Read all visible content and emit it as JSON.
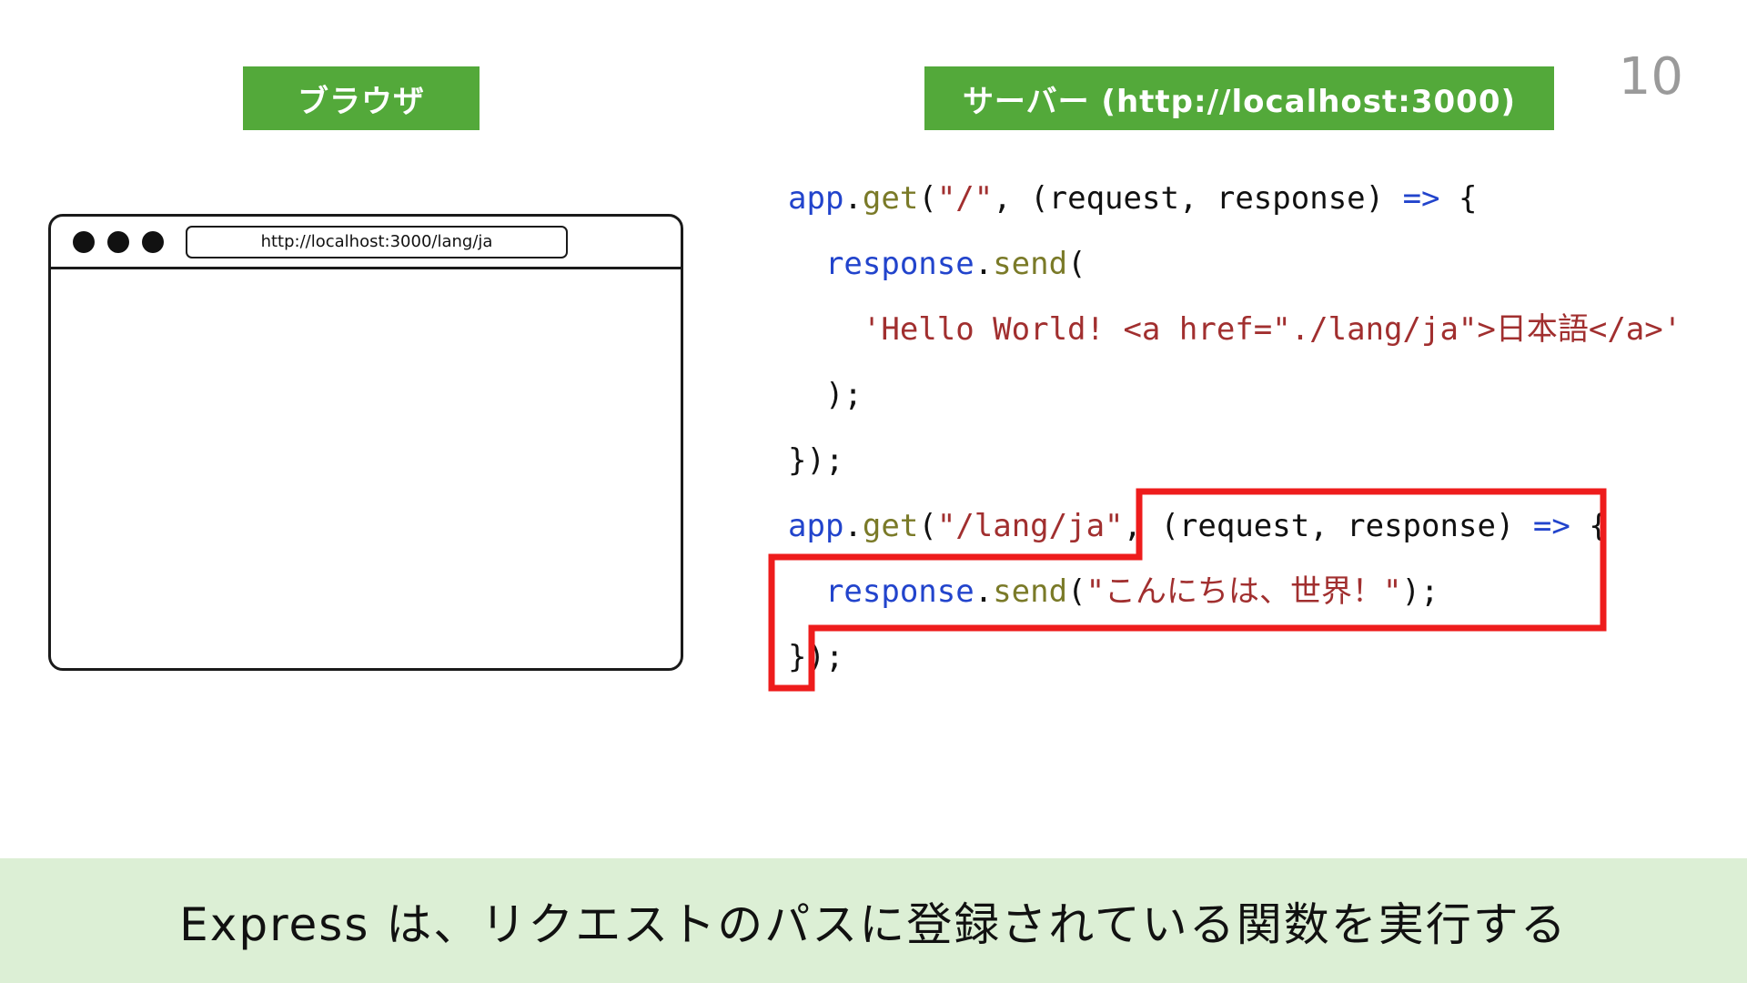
{
  "page": {
    "number": "10",
    "bottom_banner": "Express は、リクエストのパスに登録されている関数を実行する"
  },
  "labels": {
    "browser": "ブラウザ",
    "server": "サーバー (http://localhost:3000)"
  },
  "browser_window": {
    "url": "http://localhost:3000/lang/ja"
  },
  "code": {
    "lines": [
      [
        {
          "t": "app",
          "c": "blue"
        },
        {
          "t": ".",
          "c": "black"
        },
        {
          "t": "get",
          "c": "olive"
        },
        {
          "t": "(",
          "c": "black"
        },
        {
          "t": "\"/\"",
          "c": "string"
        },
        {
          "t": ", (request, response) ",
          "c": "black"
        },
        {
          "t": "=>",
          "c": "blue"
        },
        {
          "t": " {",
          "c": "black"
        }
      ],
      [
        {
          "t": "  ",
          "c": "black"
        },
        {
          "t": "response",
          "c": "blue"
        },
        {
          "t": ".",
          "c": "black"
        },
        {
          "t": "send",
          "c": "olive"
        },
        {
          "t": "(",
          "c": "black"
        }
      ],
      [
        {
          "t": "    ",
          "c": "black"
        },
        {
          "t": "'Hello World! <a href=\"./lang/ja\">日本語</a>'",
          "c": "string"
        }
      ],
      [
        {
          "t": "  );",
          "c": "black"
        }
      ],
      [
        {
          "t": "});",
          "c": "black"
        }
      ],
      [
        {
          "t": "app",
          "c": "blue"
        },
        {
          "t": ".",
          "c": "black"
        },
        {
          "t": "get",
          "c": "olive"
        },
        {
          "t": "(",
          "c": "black"
        },
        {
          "t": "\"/lang/ja\"",
          "c": "string"
        },
        {
          "t": ", (request, response) ",
          "c": "black"
        },
        {
          "t": "=>",
          "c": "blue"
        },
        {
          "t": " {",
          "c": "black"
        }
      ],
      [
        {
          "t": "  ",
          "c": "black"
        },
        {
          "t": "response",
          "c": "blue"
        },
        {
          "t": ".",
          "c": "black"
        },
        {
          "t": "send",
          "c": "olive"
        },
        {
          "t": "(",
          "c": "black"
        },
        {
          "t": "\"こんにちは、世界！\"",
          "c": "string"
        },
        {
          "t": ");",
          "c": "black"
        }
      ],
      [
        {
          "t": "});",
          "c": "black"
        }
      ]
    ]
  },
  "colors": {
    "badge_green": "#53a93a",
    "banner_green": "#dcefd5",
    "code_blue": "#2244cc",
    "code_olive": "#7a7a28",
    "code_string": "#a12f2f",
    "code_black": "#111111",
    "highlight_red": "#ee1c1c",
    "page_number_gray": "#9a9a9a"
  }
}
